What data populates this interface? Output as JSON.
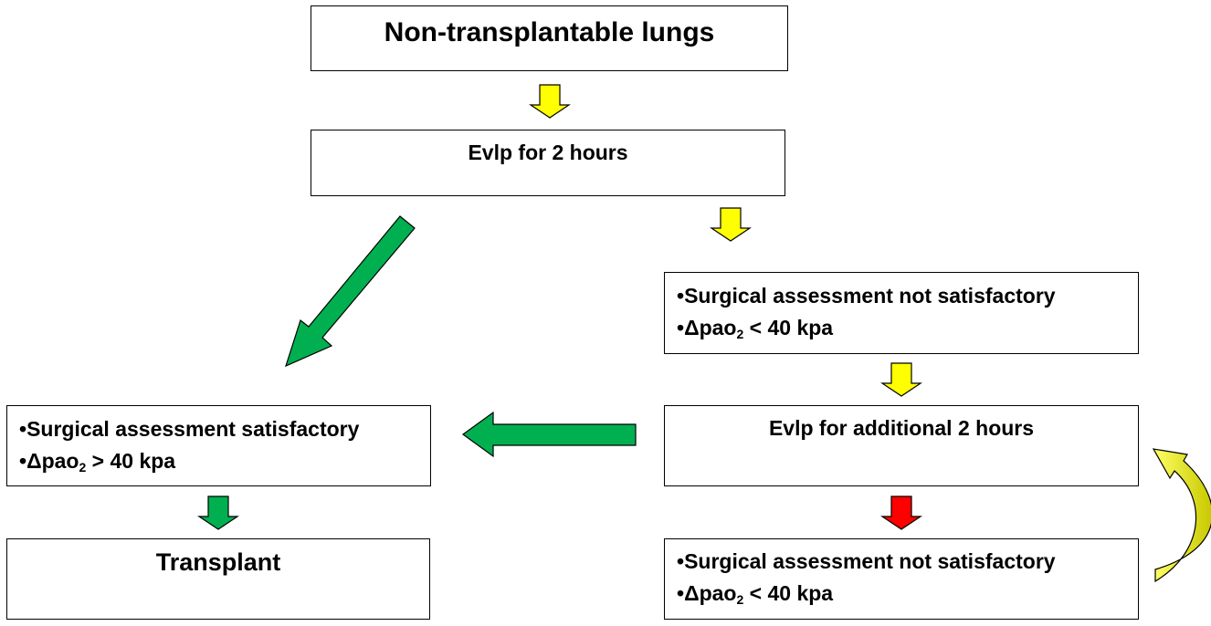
{
  "nodes": {
    "start": {
      "label": "Non-transplantable lungs"
    },
    "evlp_first": {
      "label": "Evlp for 2 hours"
    },
    "not_satisfactory_1": {
      "line1": "Surgical assessment  not satisfactory",
      "line2_prefix": "Δpao",
      "line2_sub": "2",
      "line2_suffix": " < 40 kpa"
    },
    "evlp_additional": {
      "label": "Evlp for additional 2 hours"
    },
    "not_satisfactory_2": {
      "line1": "Surgical assessment  not satisfactory",
      "line2_prefix": "Δpao",
      "line2_sub": "2",
      "line2_suffix": " < 40 kpa"
    },
    "satisfactory": {
      "line1": "Surgical assessment satisfactory",
      "line2_prefix": "Δpao",
      "line2_sub": "2",
      "line2_suffix": " > 40 kpa"
    },
    "transplant": {
      "label": "Transplant"
    }
  },
  "bullet_char": "•",
  "colors": {
    "yellow_arrow": "#ffff00",
    "green_arrow": "#00b050",
    "red_arrow": "#ff0000",
    "loop_arrow_light": "#ffff00",
    "loop_arrow_dark": "#c8c800",
    "border": "#000000"
  },
  "edges": [
    {
      "from": "start",
      "to": "evlp_first",
      "color": "yellow"
    },
    {
      "from": "evlp_first",
      "to": "not_satisfactory_1",
      "color": "yellow"
    },
    {
      "from": "evlp_first",
      "to": "satisfactory",
      "color": "green"
    },
    {
      "from": "not_satisfactory_1",
      "to": "evlp_additional",
      "color": "yellow"
    },
    {
      "from": "evlp_additional",
      "to": "satisfactory",
      "color": "green"
    },
    {
      "from": "evlp_additional",
      "to": "not_satisfactory_2",
      "color": "red"
    },
    {
      "from": "not_satisfactory_2",
      "to": "evlp_additional",
      "color": "yellow",
      "style": "curved-loop"
    },
    {
      "from": "satisfactory",
      "to": "transplant",
      "color": "green"
    }
  ]
}
